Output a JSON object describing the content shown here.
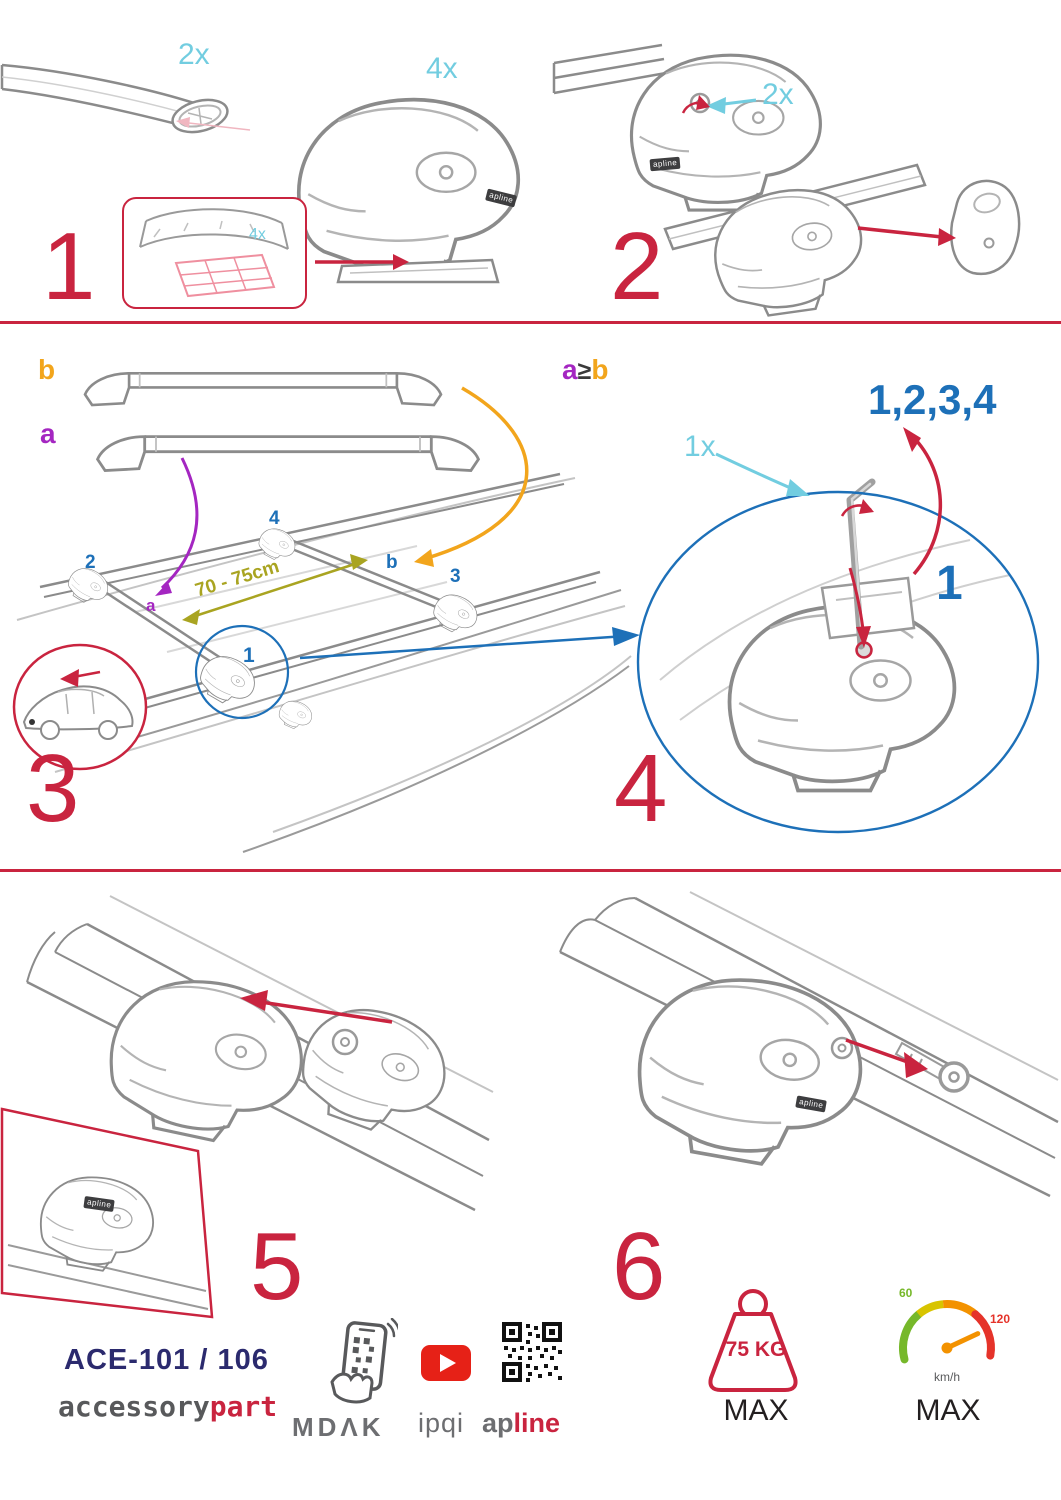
{
  "colors": {
    "red": "#c9243f",
    "cyan": "#72cde0",
    "blue": "#1d70b8",
    "purple": "#a426c1",
    "orange": "#f2a51c",
    "olive": "#a9a421",
    "navy": "#2b2a6e",
    "gray": "#6d6e71"
  },
  "steps": {
    "s1": {
      "number": "1",
      "bar_qty": "2x",
      "foot_qty": "4x",
      "pad_qty": "4x"
    },
    "s2": {
      "number": "2",
      "lock_qty": "2x"
    },
    "s3": {
      "number": "3",
      "bar_label_b": "b",
      "bar_label_a": "a",
      "distance": "70 - 75cm",
      "pos_1": "1",
      "pos_2": "2",
      "pos_3": "3",
      "pos_4": "4",
      "pos_a": "a",
      "pos_b": "b"
    },
    "s4": {
      "number": "4",
      "cond_a": "a",
      "cond_op": "≥",
      "cond_b": "b",
      "sequence": "1,2,3,4",
      "key_qty": "1x",
      "tighten_label": "1"
    },
    "s5": {
      "number": "5"
    },
    "s6": {
      "number": "6"
    }
  },
  "drawings": {
    "foot_logo": "apline"
  },
  "footer": {
    "model": "ACE-101 / 106",
    "brand_accessory": "accessory",
    "brand_part": "part",
    "logo_mdak": "MDΛK",
    "logo_ipqi": "ipqi",
    "logo_ap": "ap",
    "logo_line": "line",
    "weight_value": "75 KG",
    "weight_max": "MAX",
    "gauge_min": "60",
    "gauge_max": "120",
    "gauge_unit": "km/h",
    "gauge_label": "MAX"
  }
}
